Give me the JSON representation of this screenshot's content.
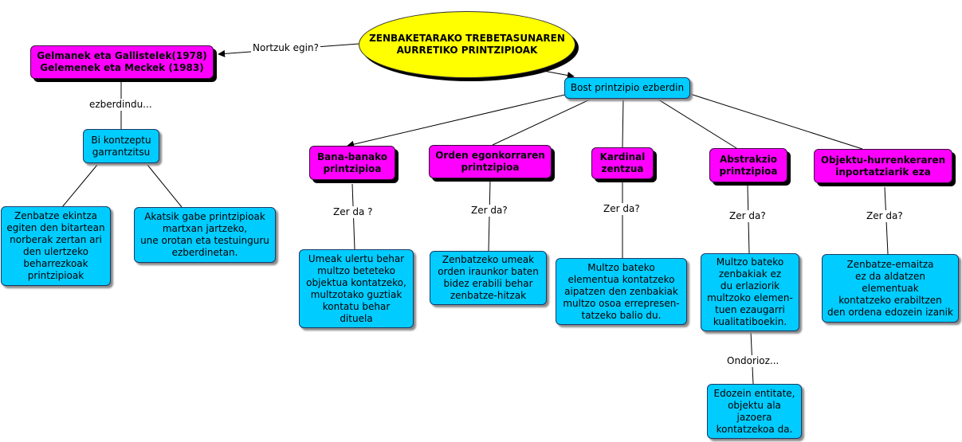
{
  "root": "ZENBAKETARAKO TREBETASUNAREN\nAURRETIKO PRINTZIPIOAK",
  "authors": {
    "label": "Nortzuk egin?",
    "text": "Gelmanek eta Gallistelek(1978)\nGelemenek eta Meckek (1983)",
    "link_label": "ezberdindu...",
    "concepts": "Bi kontzeptu\ngarrantzitsu",
    "concept_left": "Zenbatze ekintza\negiten den bitartean\nnorberak zertan ari\nden ulertzeko\nbeharrezkoak\nprintzipioak",
    "concept_right": "Akatsik gabe printzipioak\nmartxan jartzeko,\nune orotan eta testuinguru\nezberdinetan."
  },
  "principles_hub": "Bost printzipio ezberdin",
  "principles": [
    {
      "title": "Bana-banako\nprintzipioa",
      "link": "Zer da ?",
      "desc": "Umeak ulertu behar\nmultzo beteteko\nobjektua kontatzeko,\nmultzotako guztiak\nkontatu behar\ndituela"
    },
    {
      "title": "Orden egonkorraren\nprintzipioa",
      "link": "Zer da?",
      "desc": "Zenbatzeko umeak\norden iraunkor baten\nbidez erabili behar\nzenbatze-hitzak"
    },
    {
      "title": "Kardinal\nzentzua",
      "link": "Zer da?",
      "desc": "Multzo bateko\nelementua kontatzeko\naipatzen den zenbakiak\nmultzo osoa errepresen-\ntatzeko balio du."
    },
    {
      "title": "Abstrakzio\nprintzipioa",
      "link": "Zer da?",
      "desc": "Multzo bateko\nzenbakiak ez\ndu erlaziorik\nmultzoko elemen-\ntuen ezaugarri\nkualitatiboekin.",
      "link2": "Ondorioz...",
      "desc2": "Edozein entitate,\nobjektu ala\njazoera\nkontatzekoa da."
    },
    {
      "title": "Objektu-hurrenkeraren\ninportatziarik eza",
      "link": "Zer da?",
      "desc": "Zenbatze-emaitza\nez da aldatzen\nelementuak\nkontatzeko erabiltzen\nden ordena edozein izanik"
    }
  ],
  "colors": {
    "concept_fill": "#00ccff",
    "highlight_fill": "#ff00ff",
    "root_fill": "#ffff00",
    "line": "#000000"
  }
}
